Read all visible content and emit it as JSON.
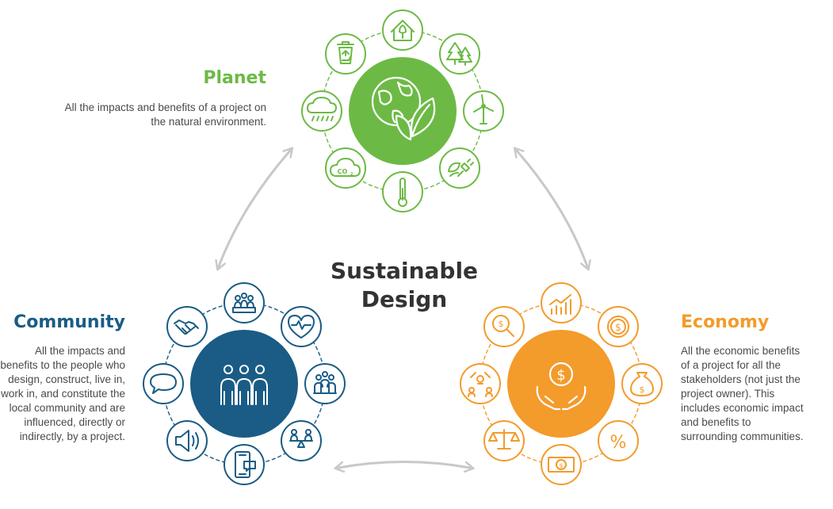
{
  "title_line1": "Sustainable",
  "title_line2": "Design",
  "planet": {
    "title": "Planet",
    "description": "All the impacts and benefits of a project on the natural environment.",
    "color": "#6cba45",
    "icons": [
      "house-leaf-icon",
      "pine-trees-icon",
      "wind-turbine-icon",
      "plug-leaf-icon",
      "thermometer-icon",
      "co2-cloud-icon",
      "rain-cloud-icon",
      "recycle-bin-icon"
    ],
    "co2_label": "CO",
    "co2_sub": "2"
  },
  "community": {
    "title": "Community",
    "description": "All the impacts and benefits to the people who design, construct, live in, work in, and constitute the local community and are influenced, directly or indirectly, by a project.",
    "color": "#1a5c85",
    "icons": [
      "group-presentation-icon",
      "heart-pulse-icon",
      "crowd-icon",
      "seesaw-people-icon",
      "mobile-chat-icon",
      "megaphone-icon",
      "speech-bubble-icon",
      "handshake-icon"
    ]
  },
  "economy": {
    "title": "Economy",
    "description": "All the economic benefits of a project for all the stakeholders (not just the project owner). This includes economic impact and benefits to surrounding communities.",
    "color": "#f39b2b",
    "icons": [
      "growth-chart-icon",
      "dollar-coin-icon",
      "money-bag-icon",
      "percent-icon",
      "banknote-icon",
      "balance-scale-icon",
      "network-dollar-icon",
      "dollar-search-icon"
    ],
    "dollar_symbol": "$",
    "percent_symbol": "%"
  },
  "arrow_color": "#c8c8c8"
}
